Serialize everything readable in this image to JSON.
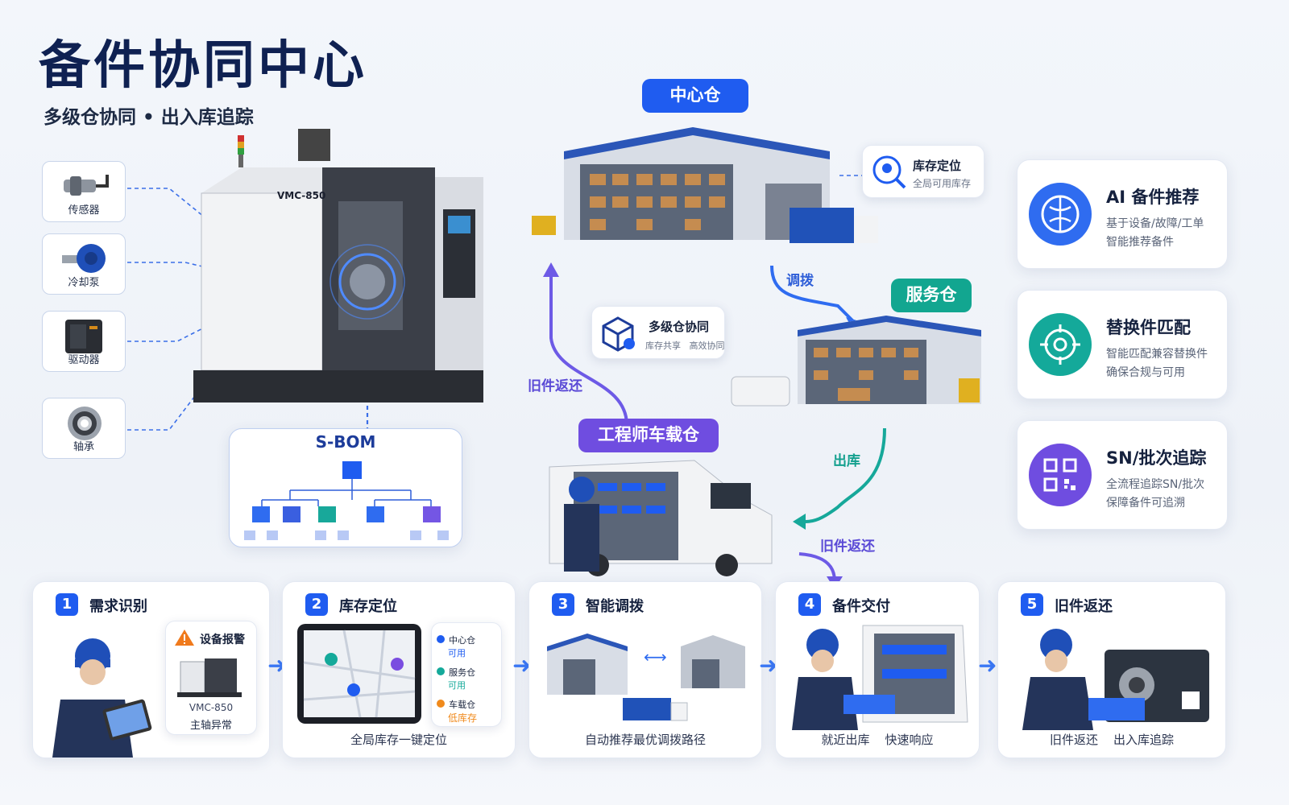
{
  "header": {
    "title": "备件协同中心",
    "subtitle": "多级仓协同 • 出入库追踪"
  },
  "machine": {
    "model": "VMC-850"
  },
  "parts": [
    {
      "label": "传感器",
      "icon": "sensor-icon"
    },
    {
      "label": "冷却泵",
      "icon": "pump-icon"
    },
    {
      "label": "驱动器",
      "icon": "driver-icon"
    },
    {
      "label": "轴承",
      "icon": "bearing-icon"
    }
  ],
  "sbom": {
    "label": "S-BOM"
  },
  "warehouses": {
    "central": "中心仓",
    "service": "服务仓",
    "engineer": "工程师车载仓"
  },
  "flows": {
    "transfer": "调拨",
    "outbound": "出库",
    "return_left": "旧件返还",
    "return_right": "旧件返还"
  },
  "callouts": {
    "locate": {
      "title": "库存定位",
      "desc": "全局可用库存"
    },
    "collab": {
      "title": "多级仓协同",
      "desc": "库存共享   高效协同"
    }
  },
  "features": [
    {
      "title": "AI 备件推荐",
      "desc1": "基于设备/故障/工单",
      "desc2": "智能推荐备件",
      "icon": "brain-icon",
      "color": "#2f6cf0"
    },
    {
      "title": "替换件匹配",
      "desc1": "智能匹配兼容替换件",
      "desc2": "确保合规与可用",
      "icon": "target-icon",
      "color": "#14a99a"
    },
    {
      "title": "SN/批次追踪",
      "desc1": "全流程追踪SN/批次",
      "desc2": "保障备件可追溯",
      "icon": "qrcode-icon",
      "color": "#6f4de0"
    }
  ],
  "steps": [
    {
      "num": "1",
      "title": "需求识别",
      "caption": "",
      "alarm_title": "设备报警",
      "alarm_model": "VMC-850",
      "alarm_desc": "主轴异常"
    },
    {
      "num": "2",
      "title": "库存定位",
      "caption": "全局库存一键定位",
      "legend": [
        {
          "name": "中心仓",
          "status": "可用",
          "color": "#1f5cf0"
        },
        {
          "name": "服务仓",
          "status": "可用",
          "color": "#14a99a"
        },
        {
          "name": "车载仓",
          "status": "低库存",
          "color": "#f08a1c"
        }
      ]
    },
    {
      "num": "3",
      "title": "智能调拨",
      "caption": "自动推荐最优调拨路径"
    },
    {
      "num": "4",
      "title": "备件交付",
      "caption": "就近出库    快速响应"
    },
    {
      "num": "5",
      "title": "旧件返还",
      "caption": "旧件返还    出入库追踪"
    }
  ]
}
